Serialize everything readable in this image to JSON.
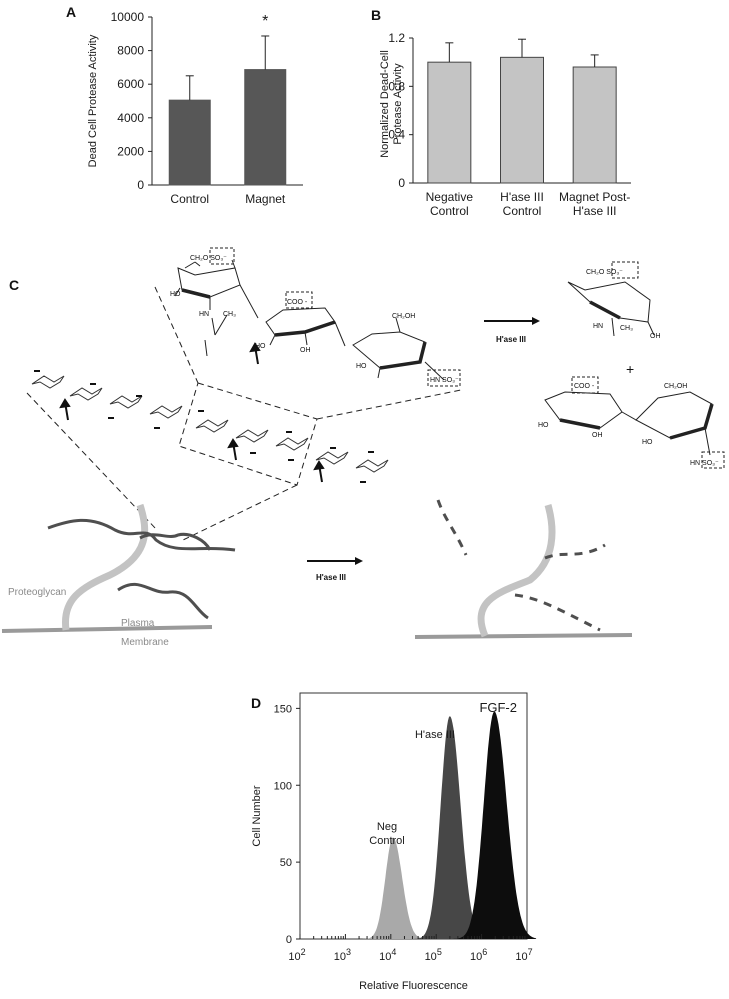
{
  "panels": {
    "a": {
      "label": "A"
    },
    "b": {
      "label": "B"
    },
    "c": {
      "label": "C"
    },
    "d": {
      "label": "D"
    }
  },
  "chart_data": [
    {
      "id": "A",
      "type": "bar",
      "categories": [
        "Control",
        "Magnet"
      ],
      "values": [
        5050,
        6870
      ],
      "error": [
        1450,
        2000
      ],
      "annotations": [
        "",
        "*"
      ],
      "ylabel": "Dead Cell Protease Activity",
      "ylim": [
        0,
        10000
      ],
      "yticks": [
        0,
        2000,
        4000,
        6000,
        8000,
        10000
      ],
      "ytick_labels": [
        "0",
        "2000",
        "4000",
        "6000",
        "8000",
        "10000"
      ],
      "bar_color": "#575757"
    },
    {
      "id": "B",
      "type": "bar",
      "categories": [
        "Negative\nControl",
        "H'ase III\nControl",
        "Magnet Post-\nH'ase III"
      ],
      "values": [
        1.0,
        1.04,
        0.96
      ],
      "error": [
        0.16,
        0.15,
        0.1
      ],
      "ylabel": "Normalized Dead-Cell\nProtease Activity",
      "ylim": [
        0,
        1.2
      ],
      "yticks": [
        0,
        0.4,
        0.8,
        1.2
      ],
      "ytick_labels": [
        "0",
        "0.4",
        "0.8",
        "1.2"
      ],
      "bar_color": "#c4c4c4"
    },
    {
      "id": "D",
      "type": "area",
      "title": "FGF-2",
      "xlabel": "Relative Fluorescence",
      "ylabel": "Cell Number",
      "xscale": "log",
      "xlim": [
        100,
        10000000
      ],
      "ylim": [
        0,
        160
      ],
      "yticks": [
        0,
        50,
        100,
        150
      ],
      "xtick_exponents": [
        "2",
        "3",
        "4",
        "5",
        "6",
        "7"
      ],
      "series": [
        {
          "name": "Neg\nControl",
          "color": "#a9a9a9",
          "peak_log10": 4.05,
          "peak": 66,
          "width": 0.17
        },
        {
          "name": "H'ase III",
          "color": "#474747",
          "peak_log10": 5.3,
          "peak": 145,
          "width": 0.2
        },
        {
          "name": "",
          "color": "#0d0d0d",
          "peak_log10": 6.28,
          "peak": 148,
          "width": 0.23
        }
      ]
    }
  ],
  "diagram": {
    "text": {
      "ch2o_so3_top": "CH₂O SO₃⁻",
      "coo_box": "COO -",
      "ho_1": "HO",
      "hn_1": "HN",
      "ch3_1": "CH₃",
      "ch2oh_1": "CH₂OH",
      "ho_2": "HO",
      "oh_2": "OH",
      "ho_3": "HO",
      "hnso3_1": "HN SO₃⁻",
      "enzyme_top": "H'ase III",
      "ch2o_so3_right": "CH₂O SO₃⁻",
      "hn_right": "HN",
      "ch3_right": "CH₃",
      "oh_right": "OH",
      "plus": "+",
      "coo_box_right": "COO -",
      "ch2oh_right": "CH₂OH",
      "ho_r1": "HO",
      "oh_r1": "OH",
      "ho_r2": "HO",
      "hnso3_right": "HN SO₃⁻",
      "enzyme_bottom": "H'ase III",
      "proteoglycan": "Proteoglycan",
      "plasma": "Plasma",
      "membrane": "Membrane"
    },
    "colors": {
      "proteoglycan_core": "#c3c3c3",
      "hs_chain": "#4f4f4f",
      "membrane": "#9a9a9a"
    }
  }
}
